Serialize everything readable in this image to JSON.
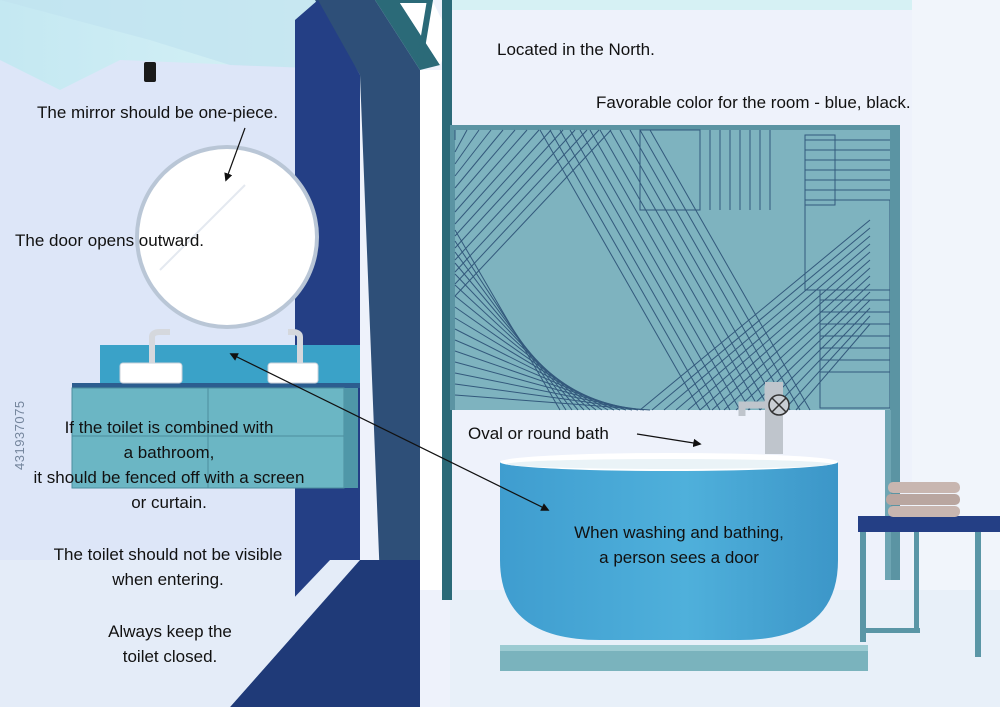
{
  "notes": {
    "north": "Located in the North.",
    "color": "Favorable color for the room - blue, black.",
    "mirror": "The mirror should be one-piece.",
    "door": "The door opens outward.",
    "toilet_combined": [
      "If the toilet is combined with",
      "a bathroom,",
      "it should be fenced off with a screen",
      "or curtain."
    ],
    "toilet_visible": [
      "The toilet should not be visible",
      "when entering."
    ],
    "toilet_closed": [
      "Always keep the",
      "toilet closed."
    ],
    "bath_shape": "Oval or round bath",
    "washing": [
      "When washing and bathing,",
      "a person sees a door"
    ]
  },
  "watermark": "431937075",
  "colors": {
    "navy": "#243f85",
    "teal_panel": "#7eb3bf",
    "bath_blue": "#4aa6d2",
    "wall": "#eaf0fb",
    "floor": "#e9f1fa"
  }
}
